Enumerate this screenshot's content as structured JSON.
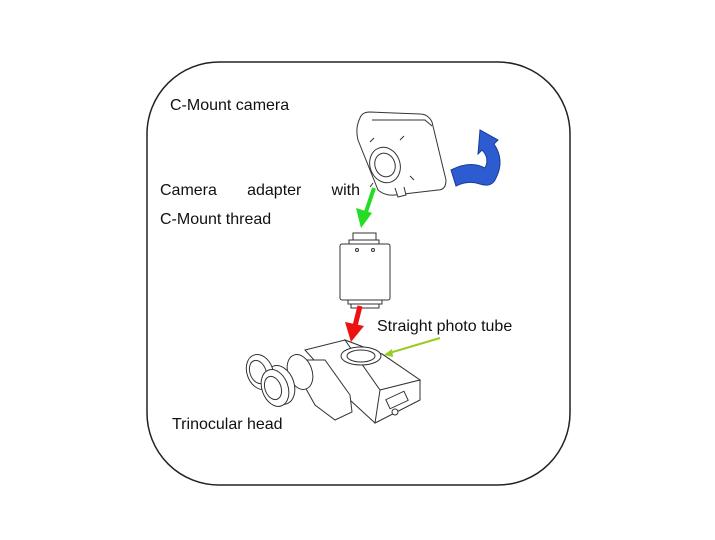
{
  "labels": {
    "camera": "C-Mount camera",
    "adapter_line1": [
      "Camera",
      "adapter",
      "with"
    ],
    "adapter_line2": "C-Mount thread",
    "photo_tube": "Straight photo tube",
    "head": "Trinocular head"
  },
  "colors": {
    "rotate_arrow": "#2d5bd0",
    "green_arrow": "#22dd22",
    "red_arrow": "#ee1111",
    "pointer_line": "#99cc22"
  }
}
